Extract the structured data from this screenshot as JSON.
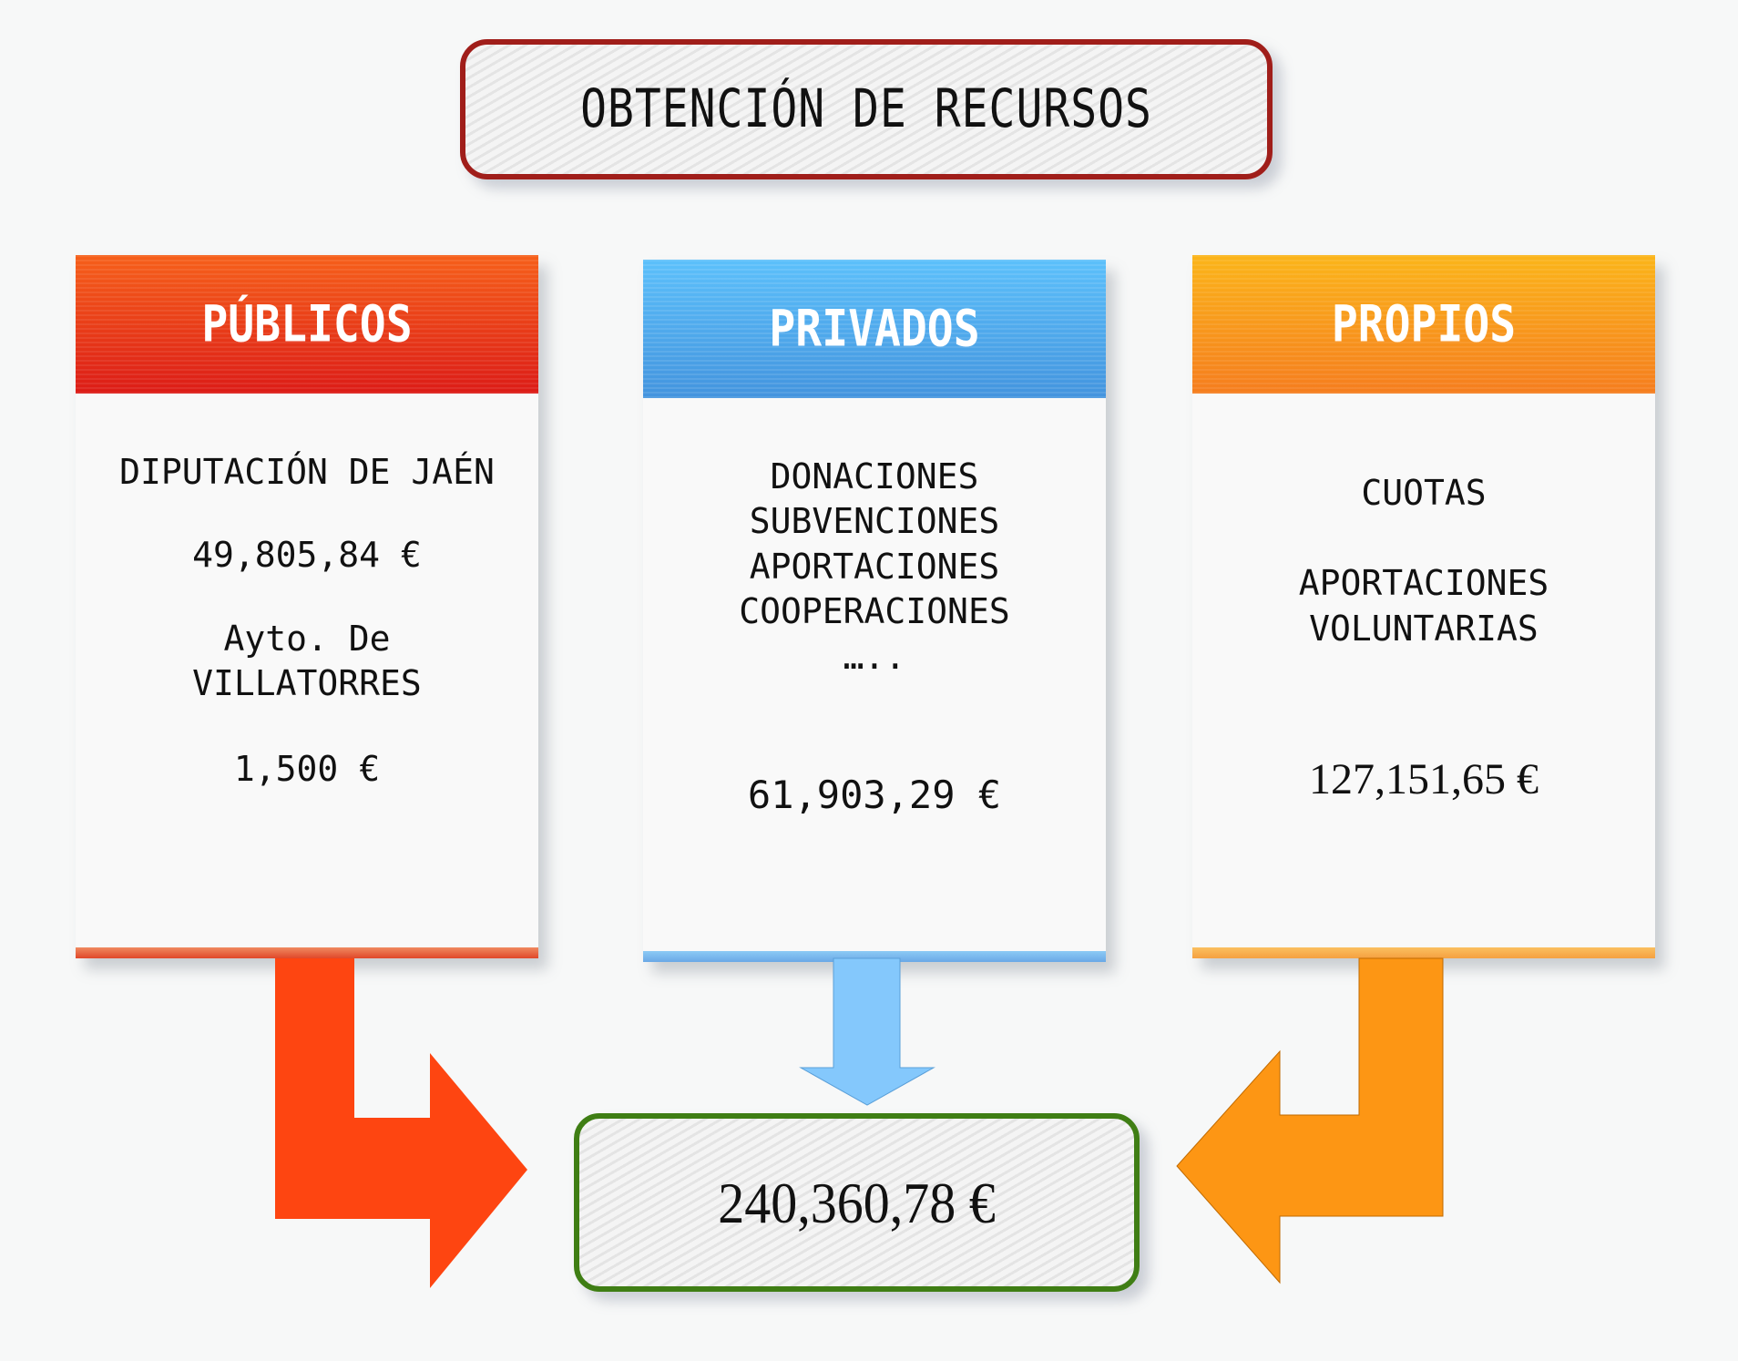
{
  "title": "OBTENCIÓN DE RECURSOS",
  "columns": [
    {
      "header": "PÚBLICOS",
      "color": "#e8321a",
      "lines": [
        "DIPUTACIÓN DE JAÉN",
        "49,805,84 €",
        "Ayto. De",
        "VILLATORRES",
        "1,500 €"
      ]
    },
    {
      "header": "PRIVADOS",
      "color": "#4da8ec",
      "lines": [
        "DONACIONES",
        "SUBVENCIONES",
        "APORTACIONES",
        "COOPERACIONES",
        "…..",
        "61,903,29 €"
      ]
    },
    {
      "header": "PROPIOS",
      "color": "#f7951c",
      "lines": [
        "CUOTAS",
        "APORTACIONES",
        "VOLUNTARIAS",
        "127,151,65 €"
      ]
    }
  ],
  "total": "240,360,78 €",
  "arrow_colors": {
    "publicos": "#fe4511",
    "privados": "#84c8fc",
    "propios": "#fd9614"
  }
}
